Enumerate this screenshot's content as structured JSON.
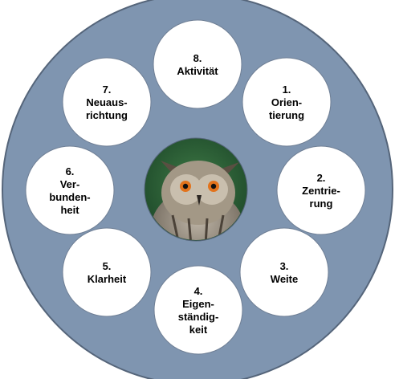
{
  "colors": {
    "ring_fill": "#7f95b0",
    "ring_stroke": "#55657a",
    "node_fill": "#ffffff",
    "node_stroke": "#6f7f95",
    "text": "#000000"
  },
  "center": {
    "image": "eagle-owl-photo"
  },
  "nodes": [
    {
      "id": "aktivitaet",
      "lines": [
        "8.",
        "Aktivität"
      ]
    },
    {
      "id": "orientierung",
      "lines": [
        "1.",
        "Orien-",
        "tierung"
      ]
    },
    {
      "id": "zentrierung",
      "lines": [
        "2.",
        "Zentrie-",
        "rung"
      ]
    },
    {
      "id": "weite",
      "lines": [
        "3.",
        "Weite"
      ]
    },
    {
      "id": "eigenstaendigkeit",
      "lines": [
        "4.",
        "Eigen-",
        "ständig-",
        "keit"
      ]
    },
    {
      "id": "klarheit",
      "lines": [
        "5.",
        "Klarheit"
      ]
    },
    {
      "id": "verbundenheit",
      "lines": [
        "6.",
        "Ver-",
        "bunden-",
        "heit"
      ]
    },
    {
      "id": "neuausrichtung",
      "lines": [
        "7.",
        "Neuaus-",
        "richtung"
      ]
    }
  ]
}
